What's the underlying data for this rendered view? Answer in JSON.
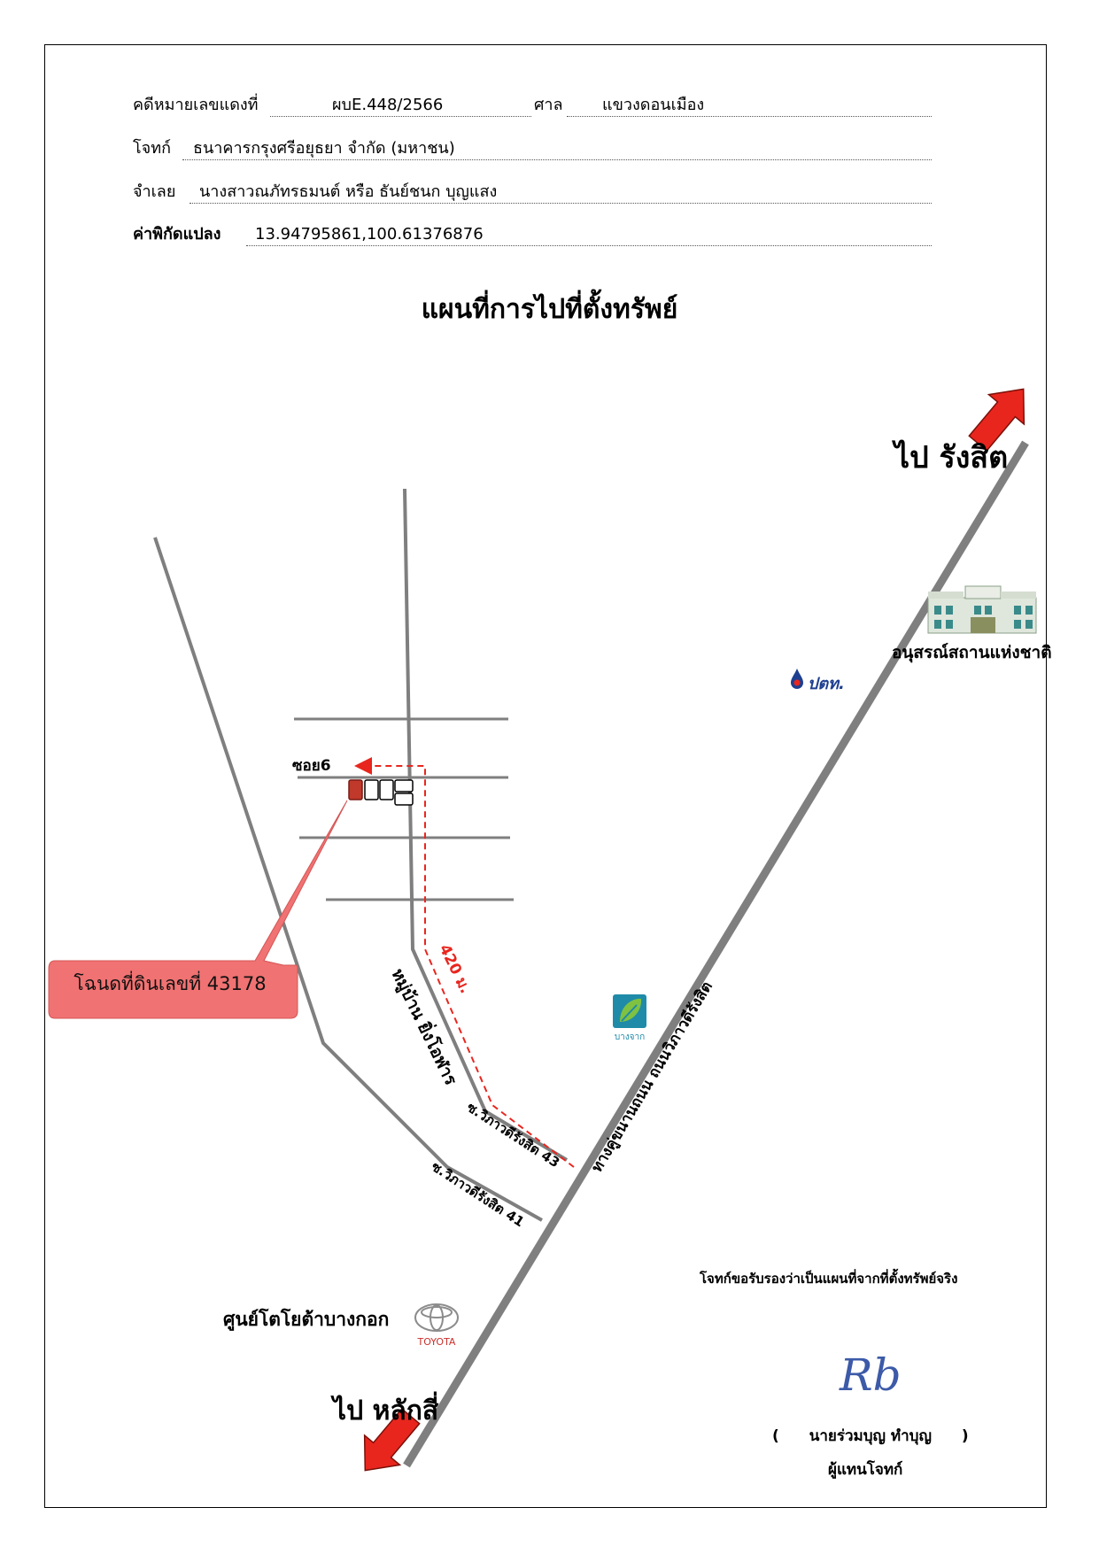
{
  "header": {
    "case_label": "คดีหมายเลขแดงที่",
    "case_number": "ผบE.448/2566",
    "court_label": "ศาล",
    "court_name": "แขวงดอนเมือง",
    "plaintiff_label": "โจทก์",
    "plaintiff_name": "ธนาคารกรุงศรีอยุธยา จำกัด (มหาชน)",
    "defendant_label": "จำเลย",
    "defendant_name": "นางสาวณภัทรธมนต์ หรือ ธันย์ชนก  บุญแสง",
    "coord_label": "ค่าพิกัดแปลง",
    "coord_value": "13.94795861,100.61376876"
  },
  "title": "แผนที่การไปที่ตั้งทรัพย์",
  "map": {
    "to_rangsit": "ไป รังสิต",
    "to_laksi": "ไป หลักสี่",
    "monument": "อนุสรณ์สถานแห่งชาติ",
    "ptt_logo": "ปตท.",
    "bangchak_logo": "บางจาก",
    "soi6": "ซอย6",
    "distance": "420 ม.",
    "village": "หมู่บ้าน ยิ่งโอฬาร",
    "soi43": "ซ.วิภาวดีรังสิต 43",
    "soi41": "ซ.วิภาวดีรังสิต 41",
    "highway": "ทางคู่ขนานถนน ถนนวิภาวดีรังสิต",
    "toyota_center": "ศูนย์โตโยต้าบางกอก",
    "toyota_logo": "TOYOTA",
    "deed_callout": "โฉนดที่ดินเลขที่ 43178",
    "colors": {
      "road": "#7f7f7f",
      "route": "#e8261e",
      "arrow": "#e8261e",
      "callout": "#f07272"
    }
  },
  "footer": {
    "certify": "โจทก์ขอรับรองว่าเป็นแผนที่จากที่ตั้งทรัพย์จริง",
    "signature": "Rb",
    "paren_open": "(",
    "signer_name": "นายร่วมบุญ   ทำบุญ",
    "paren_close": ")",
    "signer_role": "ผู้แทนโจทก์"
  }
}
